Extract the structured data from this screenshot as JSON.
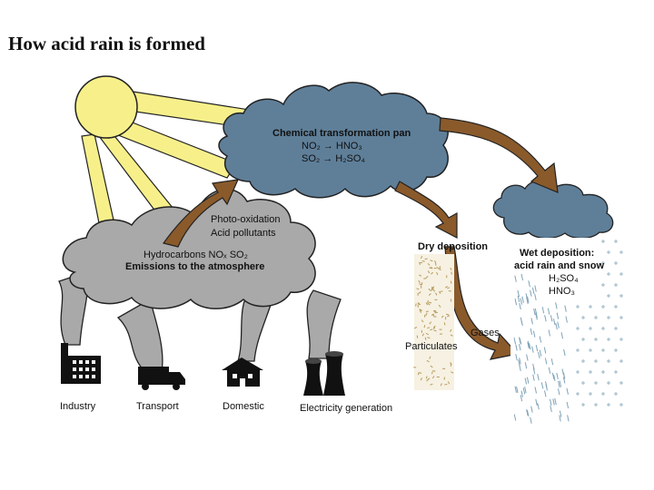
{
  "title": "How acid rain is formed",
  "labels": {
    "chem_title": "Chemical transformation pan",
    "chem_eq1": "NO₂ → HNO₃",
    "chem_eq2": "SO₂ → H₂SO₄",
    "photo_oxidation": "Photo-oxidation",
    "acid_pollutants": "Acid pollutants",
    "hydrocarbons": "Hydrocarbons NOₓ SO₂",
    "emissions": "Emissions to the atmosphere",
    "dry_deposition": "Dry deposition",
    "wet_deposition_1": "Wet deposition:",
    "wet_deposition_2": "acid rain and snow",
    "wet_h2so4": "H₂SO₄",
    "wet_hno3": "HNO₃",
    "particulates": "Particulates",
    "gases": "Gases"
  },
  "sources": [
    {
      "label": "Industry",
      "icon": "factory-icon"
    },
    {
      "label": "Transport",
      "icon": "truck-icon"
    },
    {
      "label": "Domestic",
      "icon": "house-icon"
    },
    {
      "label": "Electricity generation",
      "icon": "cooling-tower-icon"
    }
  ],
  "colors": {
    "sun": "#f7f08a",
    "sun_stroke": "#222222",
    "blue_cloud": "#5f7f99",
    "grey_cloud": "#a9a9a9",
    "arrow": "#8a5a2b"
  }
}
